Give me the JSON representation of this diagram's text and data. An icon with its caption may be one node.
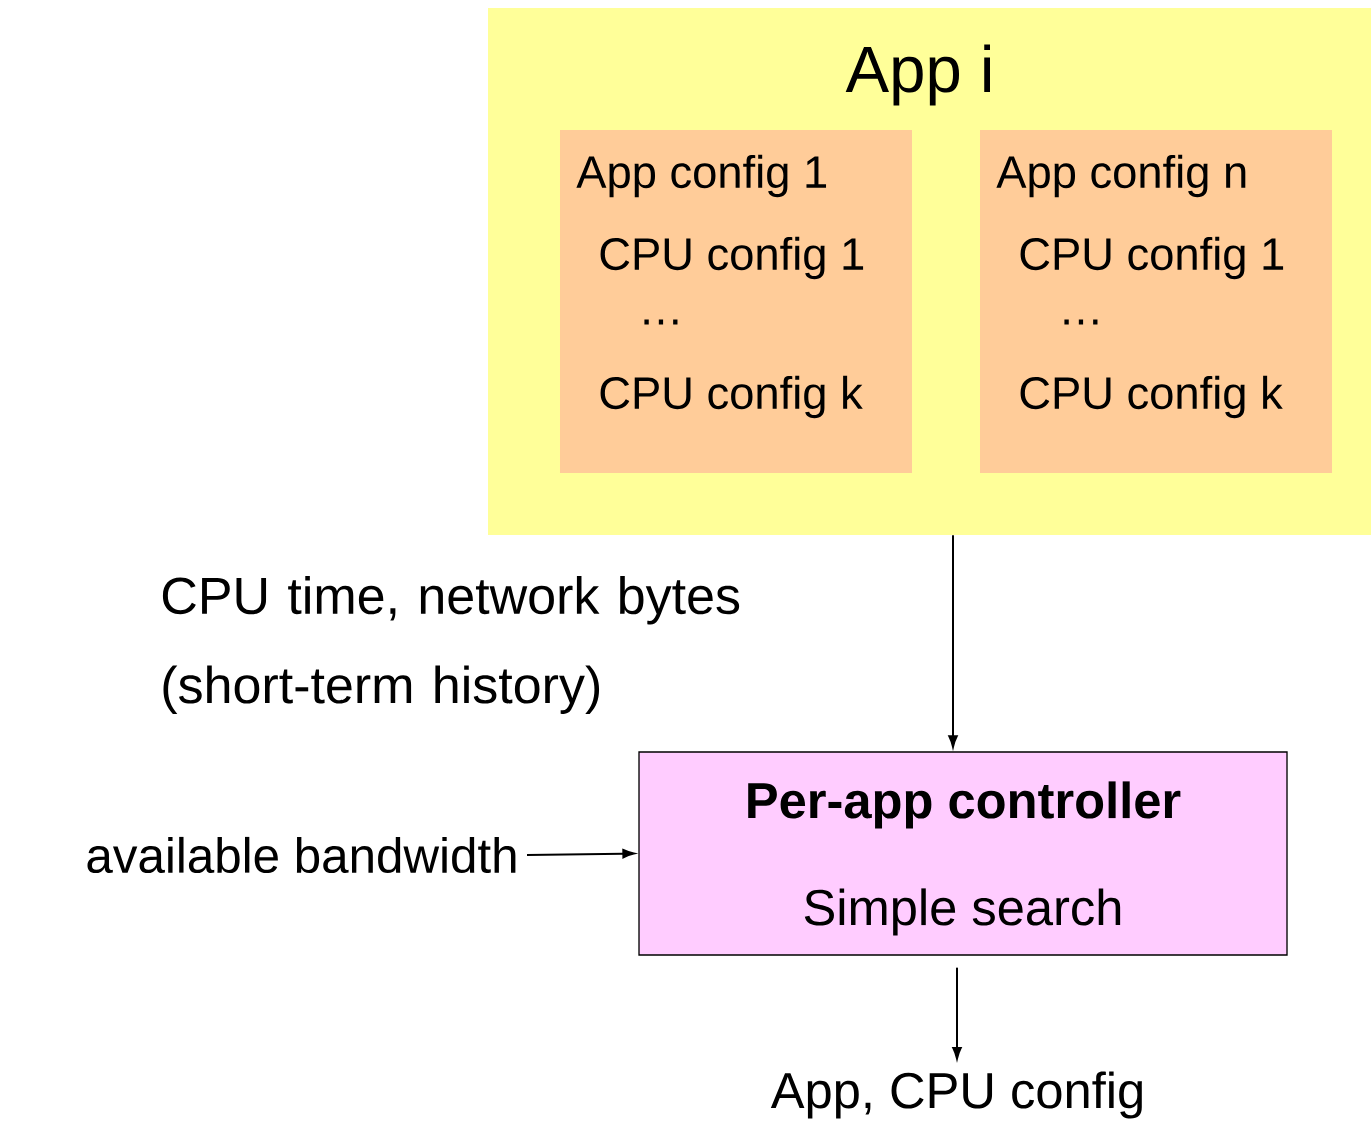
{
  "diagram": {
    "nodes": [
      {
        "text": [
          "App i"
        ]
      },
      {
        "text": [
          "App config 1",
          "CPU config 1",
          "…",
          "CPU config k"
        ],
        "in": 0
      },
      {
        "text": [
          "App config n",
          "CPU config 1",
          "…",
          "CPU config k"
        ],
        "in": 0
      },
      {
        "text": [
          "Per-app controller",
          "Simple search"
        ]
      },
      {
        "text": [
          "available bandwidth"
        ]
      },
      {
        "text": [
          "App, CPU config"
        ]
      }
    ],
    "edges": [
      {
        "from": 0,
        "to": 3,
        "arrow": "to",
        "label": "CPU time, network bytes (short-term history)"
      },
      {
        "from": 4,
        "to": 3,
        "arrow": "to"
      },
      {
        "from": 3,
        "to": 5,
        "arrow": "to"
      }
    ]
  }
}
